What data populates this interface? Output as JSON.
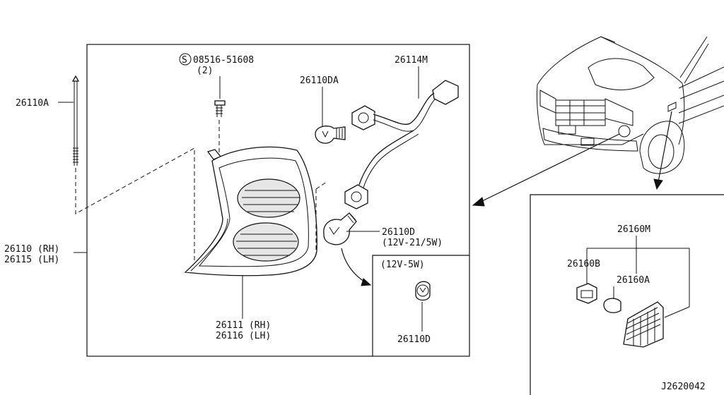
{
  "labels": {
    "bolt": "26110A",
    "screw_code": "08516-51608",
    "screw_qty": "(2)",
    "screw_symbol": "S",
    "socket_bulb": "26110DA",
    "harness": "26114M",
    "lamp_assy_rh": "26110 (RH)",
    "lamp_assy_lh": "26115 (LH)",
    "bulb_main": "26110D",
    "bulb_main_spec": "(12V-21/5W)",
    "bulb_alt_spec": "(12V-5W)",
    "bulb_alt": "26110D",
    "housing_rh": "26111 (RH)",
    "housing_lh": "26116 (LH)",
    "marker_assy": "26160M",
    "marker_socket": "26160B",
    "marker_bulb": "26160A",
    "diagram_code": "J2620042"
  }
}
